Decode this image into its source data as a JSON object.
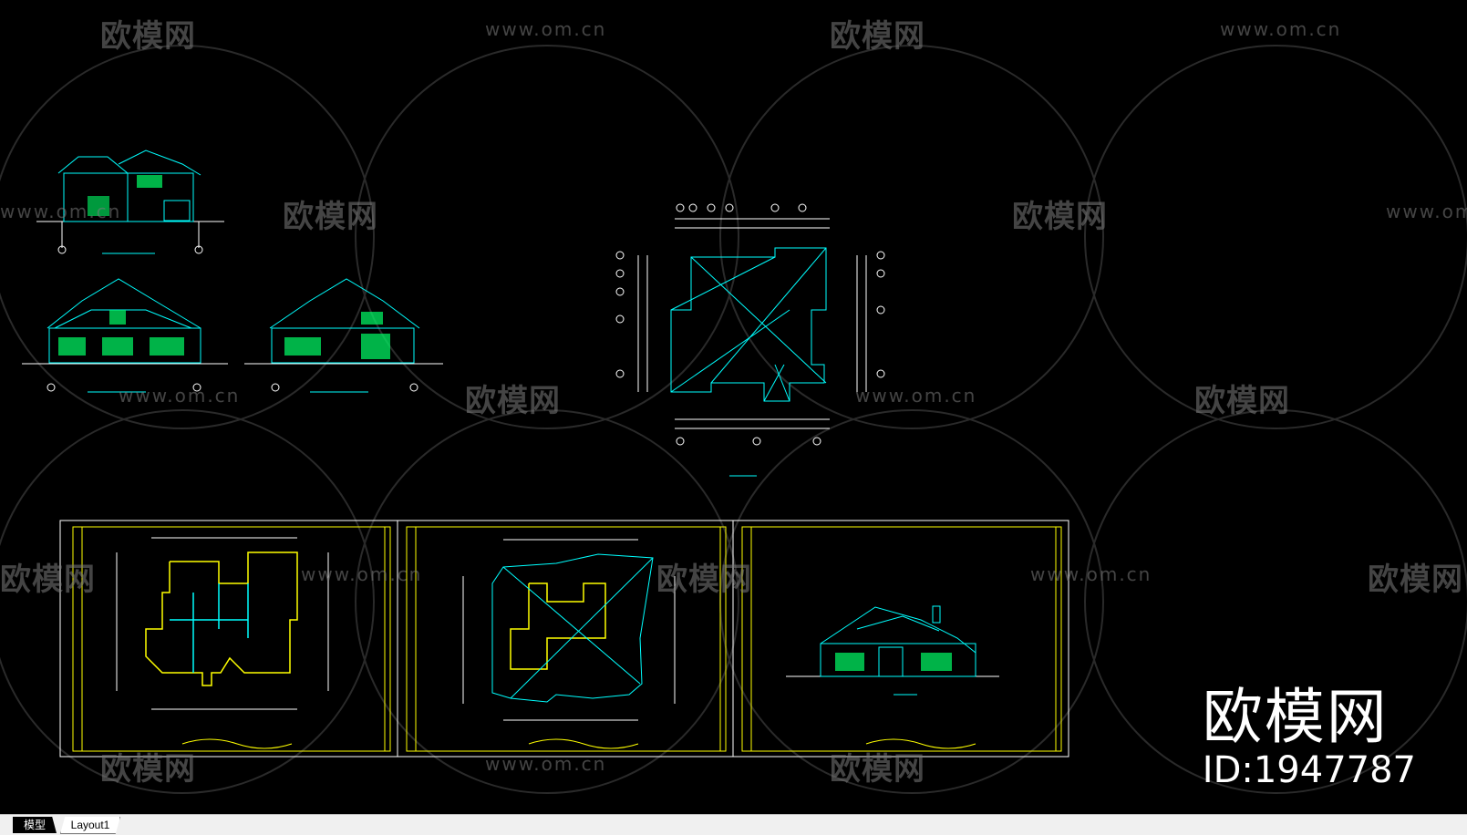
{
  "watermark": {
    "logo_text": "欧模网",
    "url_text": "www.om.cn"
  },
  "brand": {
    "name": "欧模网",
    "id_text": "ID:1947787"
  },
  "tabs": {
    "model": "模型",
    "layout": "Layout1"
  },
  "colors": {
    "background": "#000000",
    "cyan": "#00ffff",
    "white": "#ffffff",
    "yellow": "#ffff00",
    "green": "#00ff66",
    "watermark": "#7d7d7d"
  }
}
